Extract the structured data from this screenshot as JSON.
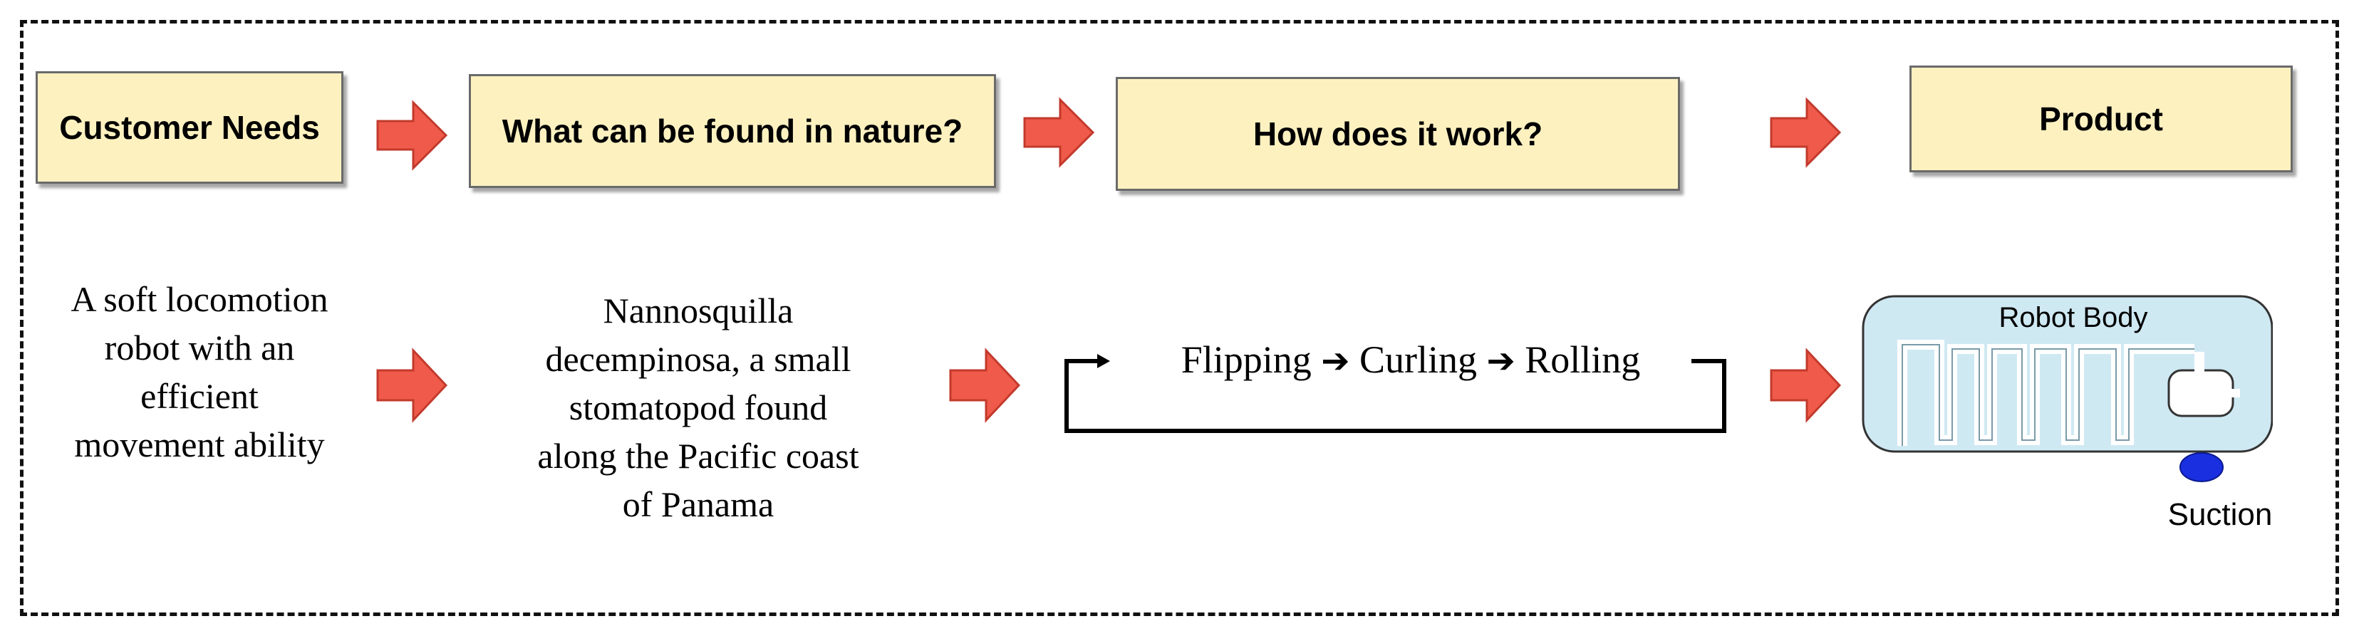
{
  "headers": [
    {
      "label": "Customer Needs"
    },
    {
      "label": "What can be found in nature?"
    },
    {
      "label": "How does it work?"
    },
    {
      "label": "Product"
    }
  ],
  "descriptions": {
    "customer_needs": [
      "A soft locomotion",
      "robot with an",
      "efficient",
      "movement ability"
    ],
    "nature": [
      "Nannosquilla",
      "decempinosa, a small",
      "stomatopod found",
      "along the Pacific coast",
      "of Panama"
    ]
  },
  "mechanism": {
    "steps": [
      "Flipping",
      "Curling",
      "Rolling"
    ],
    "separator": "➔"
  },
  "product": {
    "body_label": "Robot Body",
    "suction_label": "Suction"
  },
  "colors": {
    "header_fill": "#fdf1c0",
    "arrow_fill": "#f05a4a",
    "robot_body_fill": "#cfe9f3",
    "suction_fill": "#1a2fe0"
  }
}
